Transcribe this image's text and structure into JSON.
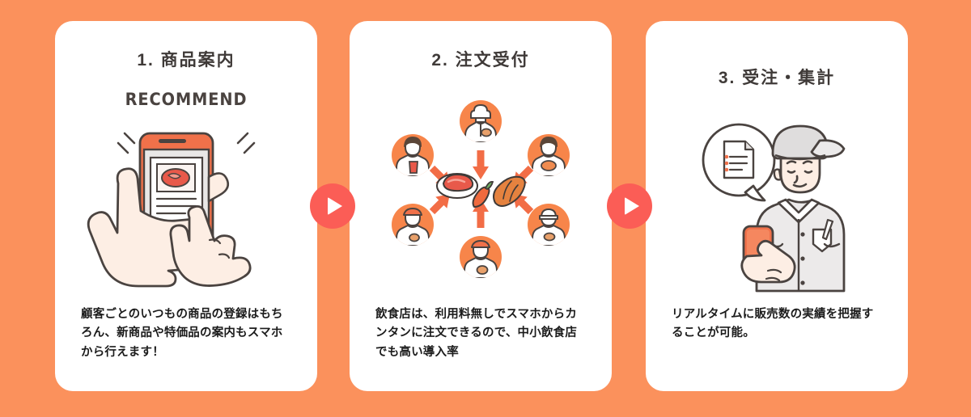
{
  "page": {
    "background_color": "#fb915c",
    "card_background": "#ffffff",
    "accent_orange": "#f7854a",
    "connector_color": "#fb5d56",
    "title_color": "#3f3a38",
    "body_color": "#1b1b1b"
  },
  "connectors": [
    {
      "name": "play-arrow-1",
      "glyph": "play-triangle"
    },
    {
      "name": "play-arrow-2",
      "glyph": "play-triangle"
    }
  ],
  "cards": [
    {
      "id": "card-1",
      "title": "1. 商品案内",
      "body": "顧客ごとのいつもの商品の登録はもちろん、新商品や特価品の案内もスマホから行えます！",
      "illustration": {
        "name": "smartphone-in-hand-illustration",
        "caption": "RECOMMEND",
        "elements": [
          "recommend-label",
          "orange-smartphone",
          "product-card-on-screen",
          "meat-photo",
          "pointing-hand",
          "holding-hand",
          "sparkle-lines"
        ]
      }
    },
    {
      "id": "card-2",
      "title": "2. 注文受付",
      "body": "飲食店は、利用料無しでスマホからカンタンに注文できるので、中小飲食店でも高い導入率",
      "illustration": {
        "name": "restaurants-ordering-hub-illustration",
        "elements": [
          "chef-avatar-top",
          "staff-avatar-top-left",
          "staff-avatar-top-right",
          "staff-avatar-bottom-left",
          "staff-avatar-bottom-right",
          "staff-avatar-bottom",
          "food-hub-meat-carrot-chicken",
          "inbound-arrows"
        ],
        "avatar_count": 6
      }
    },
    {
      "id": "card-3",
      "title": "3. 受注・集計",
      "body": "リアルタイムに販売数の実績を把握することが可能。",
      "illustration": {
        "name": "staff-with-phone-illustration",
        "elements": [
          "speech-bubble",
          "checklist-document-icon",
          "butcher-staff-figure",
          "cap",
          "orange-smartphone"
        ]
      }
    }
  ]
}
